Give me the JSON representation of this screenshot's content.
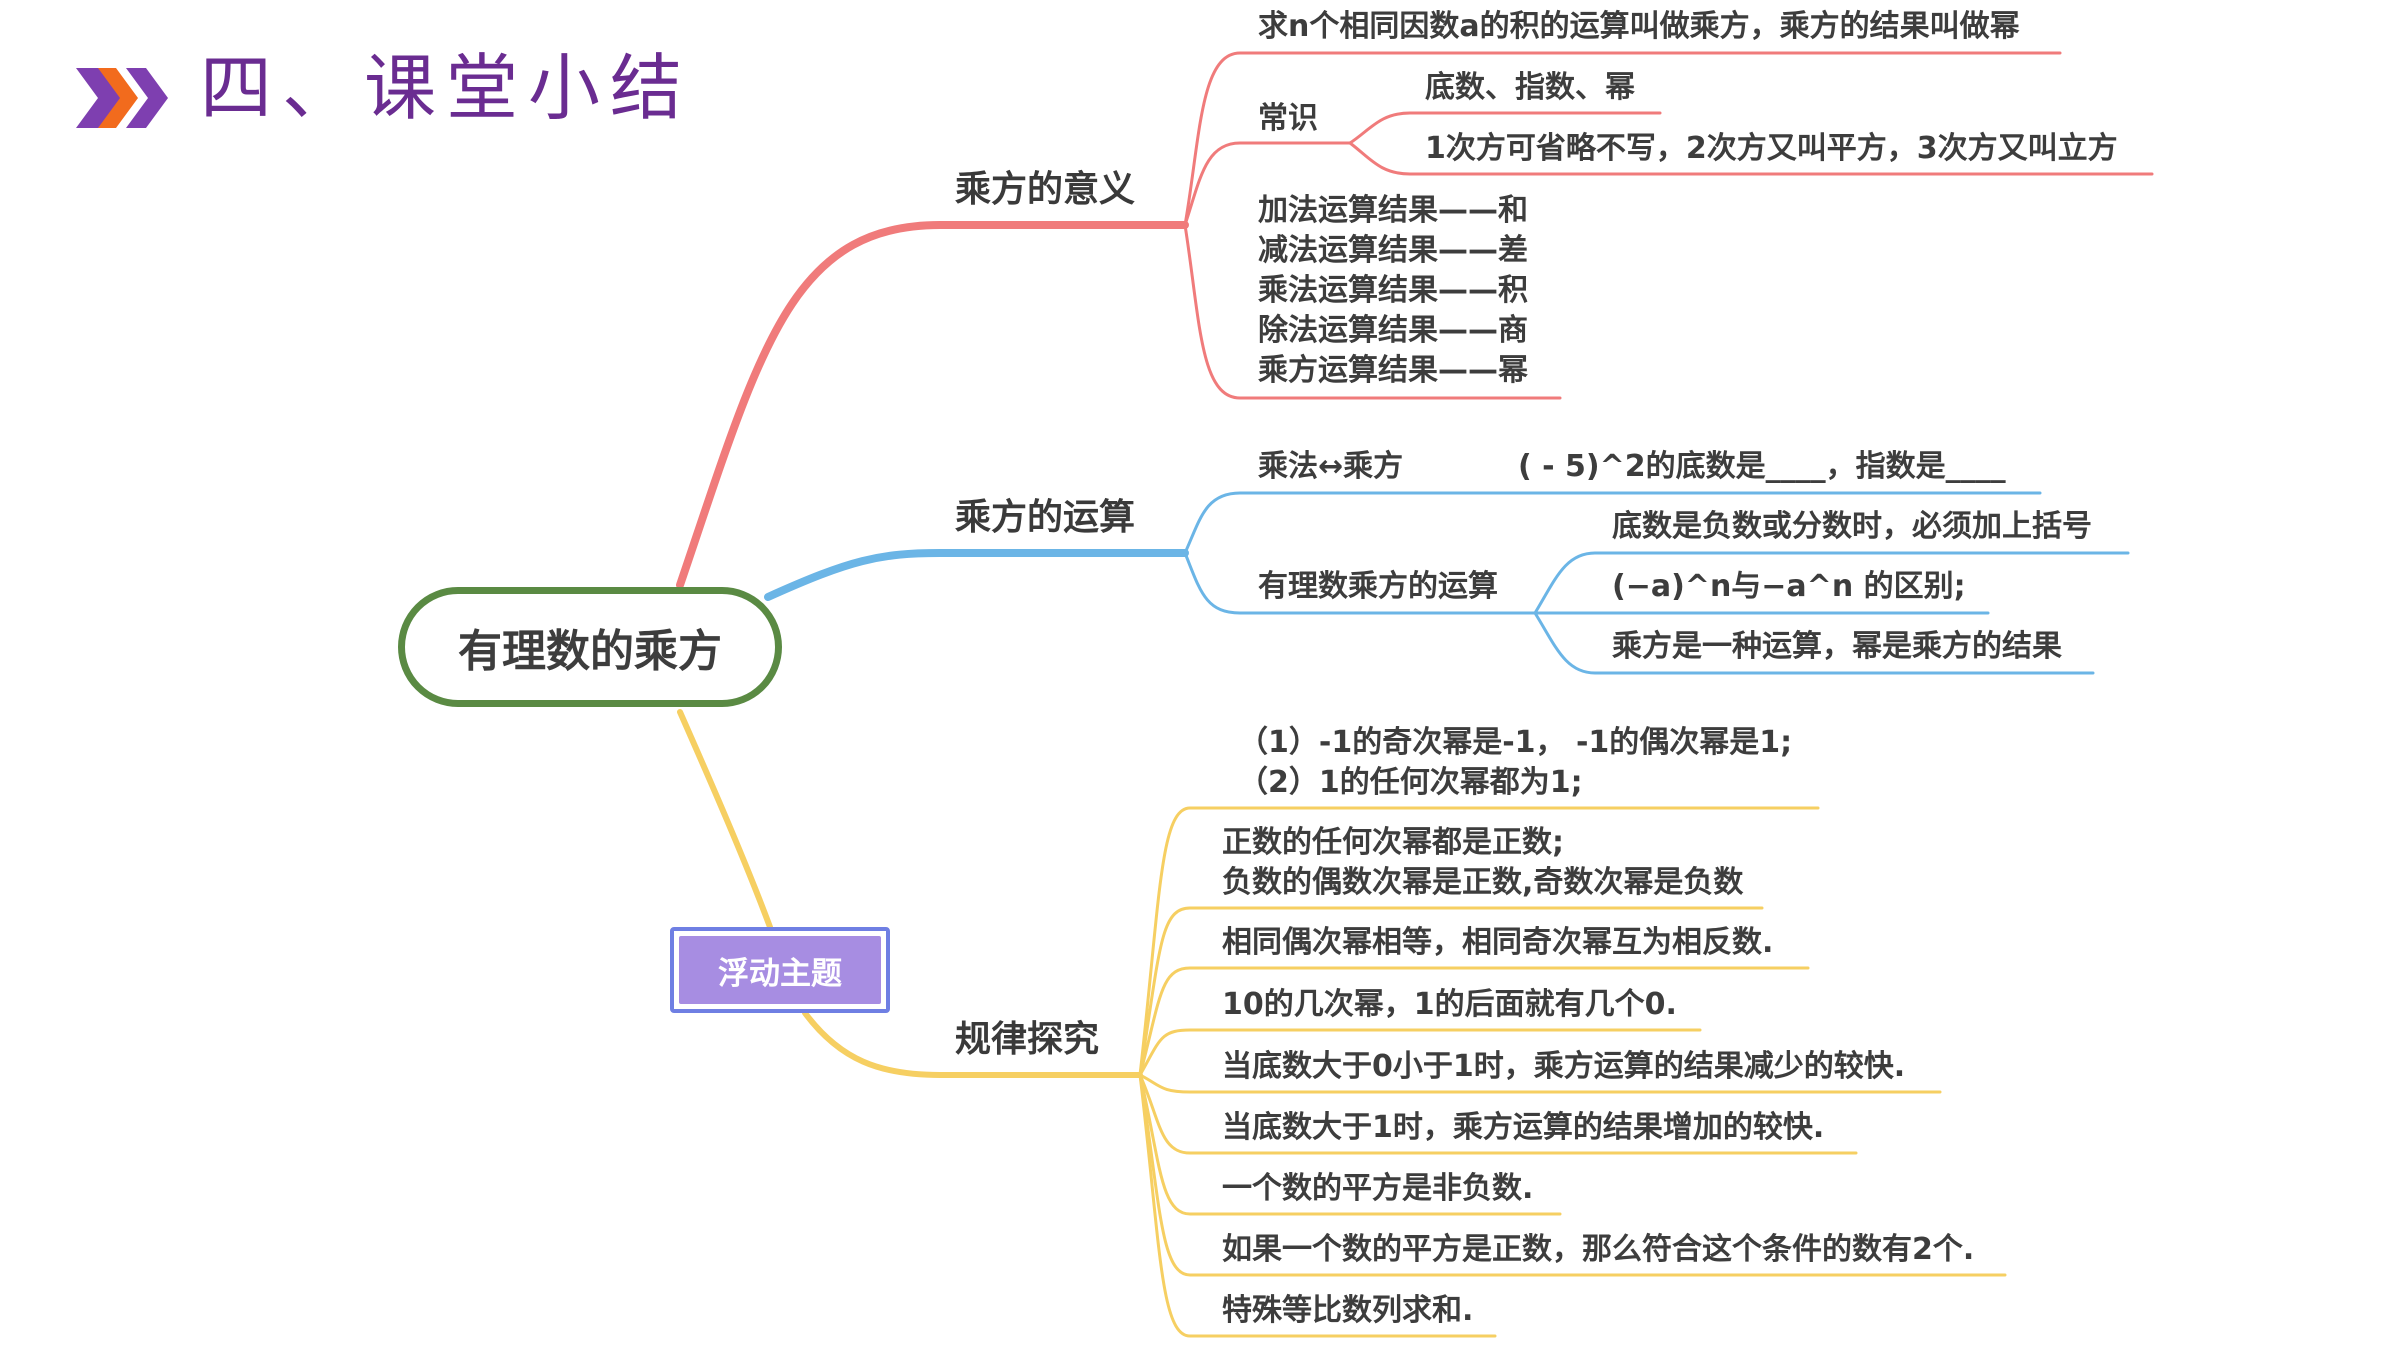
{
  "slide_title": "四、课堂小结",
  "icons": {
    "title_marker": "chevron-right-double-icon"
  },
  "colors": {
    "branch_meaning": "#f07b7b",
    "branch_operation": "#6bb5e6",
    "branch_rules": "#f6cf62",
    "root_border": "#5a8a43",
    "float_topic": "#a78de2",
    "title": "#6a2c91"
  },
  "mindmap": {
    "root": "有理数的乘方",
    "floating_topic": "浮动主题",
    "meaning": {
      "label": "乘方的意义",
      "definition": "求n个相同因数a的积的运算叫做乘方，乘方的结果叫做幂",
      "common_sense": {
        "label": "常识",
        "items": [
          "底数、指数、幂",
          "1次方可省略不写，2次方又叫平方，3次方又叫立方"
        ]
      },
      "results": [
        "加法运算结果——和",
        "减法运算结果——差",
        "乘法运算结果——积",
        "除法运算结果——商",
        "乘方运算结果——幂"
      ]
    },
    "operation": {
      "label": "乘方的运算",
      "mul_pow": {
        "label": "乘法↔乘方",
        "item": "( - 5)^2的底数是____，指数是____"
      },
      "rational": {
        "label": "有理数乘方的运算",
        "items": [
          "底数是负数或分数时，必须加上括号",
          "(−a)^n与−a^n 的区别;",
          "乘方是一种运算，幂是乘方的结果"
        ]
      }
    },
    "rules": {
      "label": "规律探究",
      "items": [
        [
          "（1）-1的奇次幂是-1，  -1的偶次幂是1;",
          "（2）1的任何次幂都为1;"
        ],
        [
          "正数的任何次幂都是正数;",
          "负数的偶数次幂是正数,奇数次幂是负数"
        ],
        [
          "相同偶次幂相等，相同奇次幂互为相反数."
        ],
        [
          "10的几次幂，1的后面就有几个0."
        ],
        [
          "当底数大于0小于1时，乘方运算的结果减少的较快."
        ],
        [
          "当底数大于1时，乘方运算的结果增加的较快."
        ],
        [
          "一个数的平方是非负数."
        ],
        [
          "如果一个数的平方是正数，那么符合这个条件的数有2个."
        ],
        [
          "特殊等比数列求和."
        ]
      ]
    }
  }
}
